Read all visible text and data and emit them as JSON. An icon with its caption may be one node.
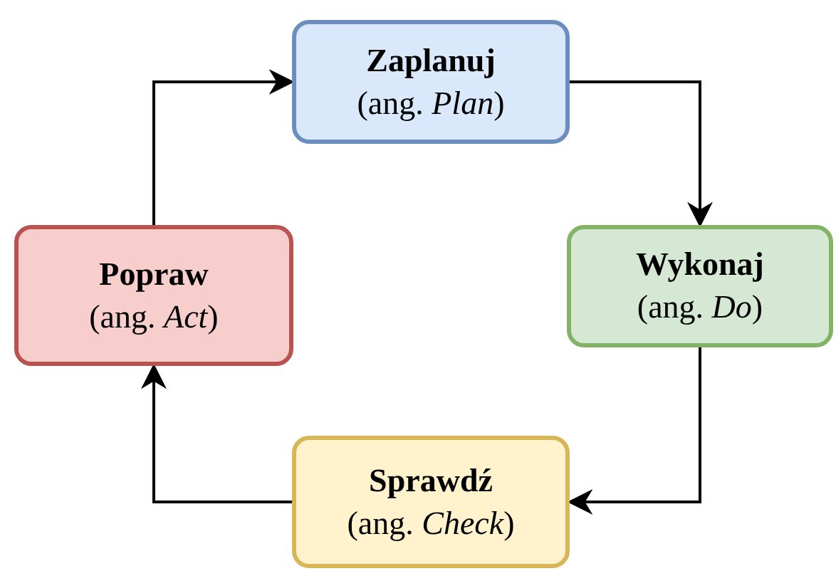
{
  "diagram": {
    "nodes": [
      {
        "text": [
          "Zaplanuj",
          "(ang. *Plan*)"
        ]
      },
      {
        "text": [
          "Wykonaj",
          "(ang. *Do*)"
        ]
      },
      {
        "text": [
          "Sprawdź",
          "(ang. *Check*)"
        ]
      },
      {
        "text": [
          "Popraw",
          "(ang. *Act*)"
        ]
      }
    ],
    "edges": [
      {
        "from": 0,
        "to": 1,
        "arrow": "to"
      },
      {
        "from": 1,
        "to": 2,
        "arrow": "to"
      },
      {
        "from": 2,
        "to": 3,
        "arrow": "to"
      },
      {
        "from": 3,
        "to": 0,
        "arrow": "to"
      }
    ]
  }
}
